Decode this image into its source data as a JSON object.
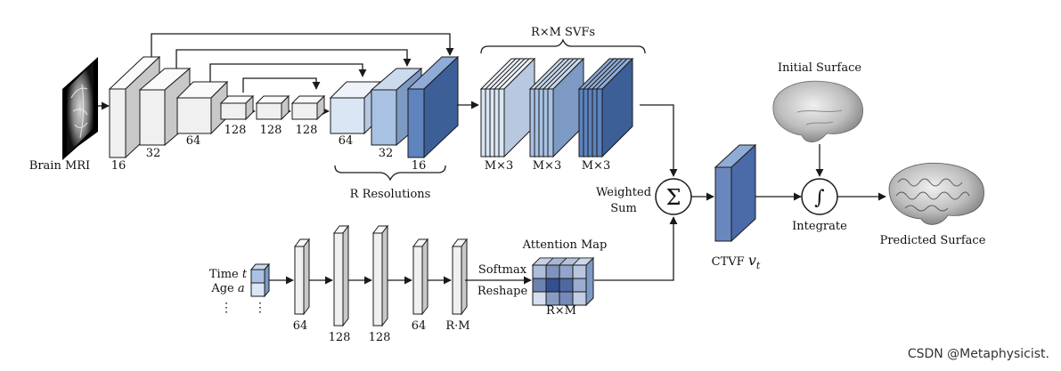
{
  "colors": {
    "block_light": "#f0f0f0",
    "block_light_top": "#fafafa",
    "block_light_side": "#c8c8c8",
    "blue1_front": "#dbe6f4",
    "blue1_top": "#eef3fa",
    "blue1_side": "#b7c8e0",
    "blue2_front": "#a9c2e3",
    "blue2_top": "#ccdaee",
    "blue2_side": "#7d9ac4",
    "blue3_front": "#5e83bd",
    "blue3_top": "#8fabd6",
    "blue3_side": "#3c5f98",
    "ctvf": "#6a86be",
    "stroke": "#1a1a1a"
  },
  "encoder": {
    "input_label": "Brain MRI",
    "channel_labels": [
      "16",
      "32",
      "64",
      "128",
      "128",
      "128",
      "64",
      "32",
      "16"
    ]
  },
  "svfs": {
    "title": "R×M SVFs",
    "group_labels": [
      "M×3",
      "M×3",
      "M×3"
    ],
    "resolutions_label": "R Resolutions"
  },
  "fusion": {
    "weighted_sum_line1": "Weighted",
    "weighted_sum_line2": "Sum",
    "sigma_symbol": "Σ",
    "ctvf_label": "CTVF",
    "ctvf_symbol": "v",
    "ctvf_subscript": "t"
  },
  "integration": {
    "initial_surface_label": "Initial Surface",
    "integral_symbol": "∫",
    "integrate_label": "Integrate",
    "predicted_surface_label": "Predicted Surface"
  },
  "mlp": {
    "time_label": "Time",
    "time_symbol": "t",
    "age_label": "Age",
    "age_symbol": "a",
    "ellipsis": "⋮",
    "layer_labels": [
      "64",
      "128",
      "128",
      "64",
      "R·M"
    ],
    "softmax_label": "Softmax",
    "reshape_label": "Reshape",
    "attention_title": "Attention Map",
    "attention_dims": "R×M",
    "attention_grid": [
      [
        0.3,
        0.55,
        0.45,
        0.25
      ],
      [
        0.65,
        0.95,
        0.8,
        0.4
      ],
      [
        0.1,
        0.5,
        0.6,
        0.2
      ]
    ]
  },
  "watermark": "CSDN @Metaphysicist."
}
